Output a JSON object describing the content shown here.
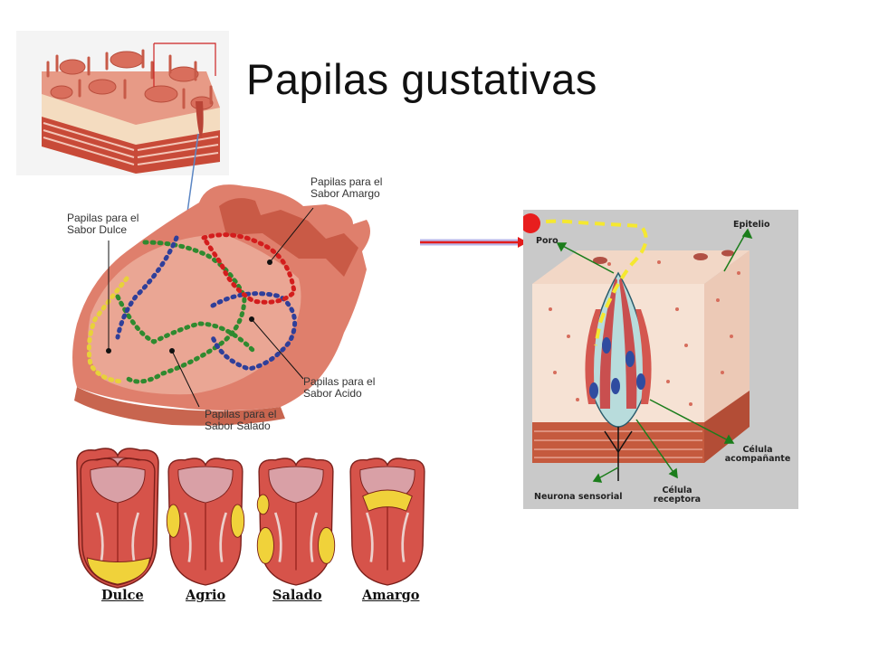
{
  "title": "Papilas gustativas",
  "tongue_map": {
    "labels": {
      "dulce": "Papilas para el\nSabor Dulce",
      "amargo": "Papilas para el\nSabor Amargo",
      "acido": "Papilas para el\nSabor Acido",
      "salado": "Papilas para el\nSabor Salado"
    },
    "colors": {
      "dulce": "#e8d23a",
      "amargo": "#d31d1d",
      "acido": "#2f3f9a",
      "salado": "#2f8a2f"
    }
  },
  "tongues": {
    "labels": [
      "Dulce",
      "Agrio",
      "Salado",
      "Amargo"
    ],
    "highlight": "#f0d23a"
  },
  "taste_bud": {
    "labels": {
      "poro": "Poro",
      "epitelio": "Epitelio",
      "celula_acompanante": "Célula\nacompañante",
      "celula_receptora": "Célula\nreceptora",
      "neurona_sensorial": "Neurona sensorial"
    },
    "arrow_color": "#1b7d1b",
    "marker_color": "#e81e1e",
    "path_color": "#f5e830"
  }
}
